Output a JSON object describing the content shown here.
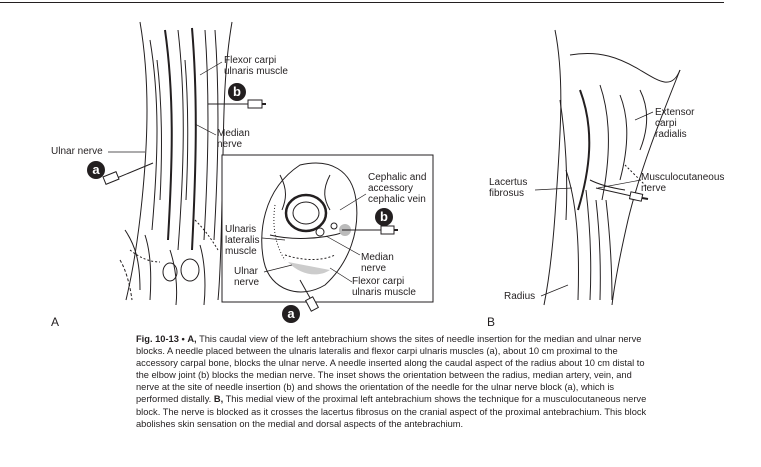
{
  "panel_a": {
    "letter": "A",
    "labels": {
      "flexor_carpi_ulnaris_muscle": "Flexor carpi\nulnaris muscle",
      "median_nerve": "Median\nnerve",
      "ulnar_nerve": "Ulnar nerve",
      "site_a": "a",
      "site_b": "b"
    }
  },
  "inset": {
    "labels": {
      "cephalic_vein": "Cephalic and\naccessory\ncephalic vein",
      "ulnaris_lateralis": "Ulnaris\nlateralis\nmuscle",
      "ulnar_nerve": "Ulnar\nnerve",
      "median_nerve": "Median\nnerve",
      "flexor_carpi_ulnaris": "Flexor carpi\nulnaris muscle",
      "site_a": "a",
      "site_b": "b"
    }
  },
  "panel_b": {
    "letter": "B",
    "labels": {
      "extensor_carpi_radialis": "Extensor\ncarpi\nradialis",
      "lacertus_fibrosus": "Lacertus\nfibrosus",
      "musculocutaneous_nerve": "Musculocutaneous\nnerve",
      "radius": "Radius"
    }
  },
  "caption": {
    "fig_number": "Fig. 10-13",
    "bullet": "•",
    "panel_a_letter": "A,",
    "panel_a_text": "This caudal view of the left antebrachium shows the sites of needle insertion for the median and ulnar nerve blocks. A needle placed between the ulnaris lateralis and flexor carpi ulnaris muscles (a), about 10 cm proximal to the accessory carpal bone, blocks the ulnar nerve. A needle inserted along the caudal aspect of the radius about 10 cm distal to the elbow joint (b) blocks the median nerve. The inset shows the orientation between the radius, median artery, vein, and nerve at the site of needle insertion (b) and shows the orientation of the needle for the ulnar nerve block (a), which is performed distally.",
    "panel_b_letter": "B,",
    "panel_b_text": "This medial view of the proximal left antebrachium shows the technique for a musculocutaneous nerve block. The nerve is blocked as it crosses the lacertus fibrosus on the cranial aspect of the proximal antebrachium. This block abolishes skin sensation on the medial and dorsal aspects of the antebrachium."
  }
}
